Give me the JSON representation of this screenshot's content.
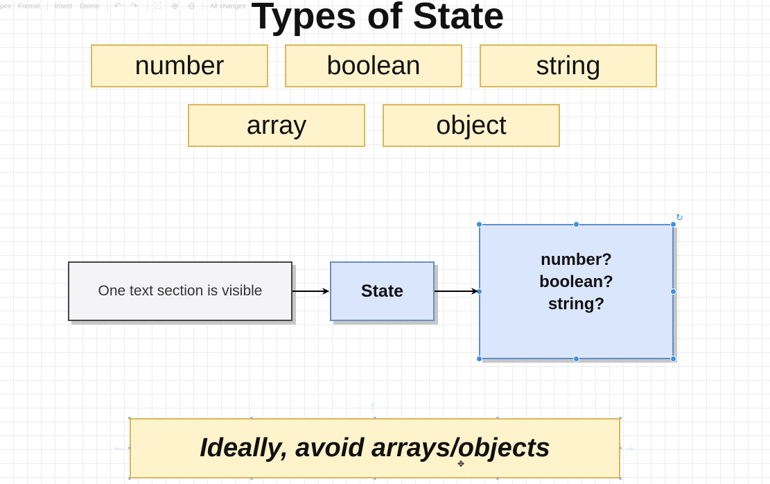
{
  "toolbar": {
    "items": [
      "pes",
      "Format",
      "Insert",
      "Delete",
      "All changes"
    ]
  },
  "diagram": {
    "title": "Types of State",
    "types": [
      "number",
      "boolean",
      "string",
      "array",
      "object"
    ],
    "source_label": "One text section is visible",
    "state_label": "State",
    "output_lines": [
      "number?",
      "boolean?",
      "string?"
    ],
    "note": "Ideally, avoid arrays/objects"
  },
  "colors": {
    "note_fill": "#fff3cc",
    "note_border": "#d8b75c",
    "blue_fill": "#dae6fc",
    "blue_border": "#6c8ebf",
    "selection": "#3d8fe0"
  }
}
